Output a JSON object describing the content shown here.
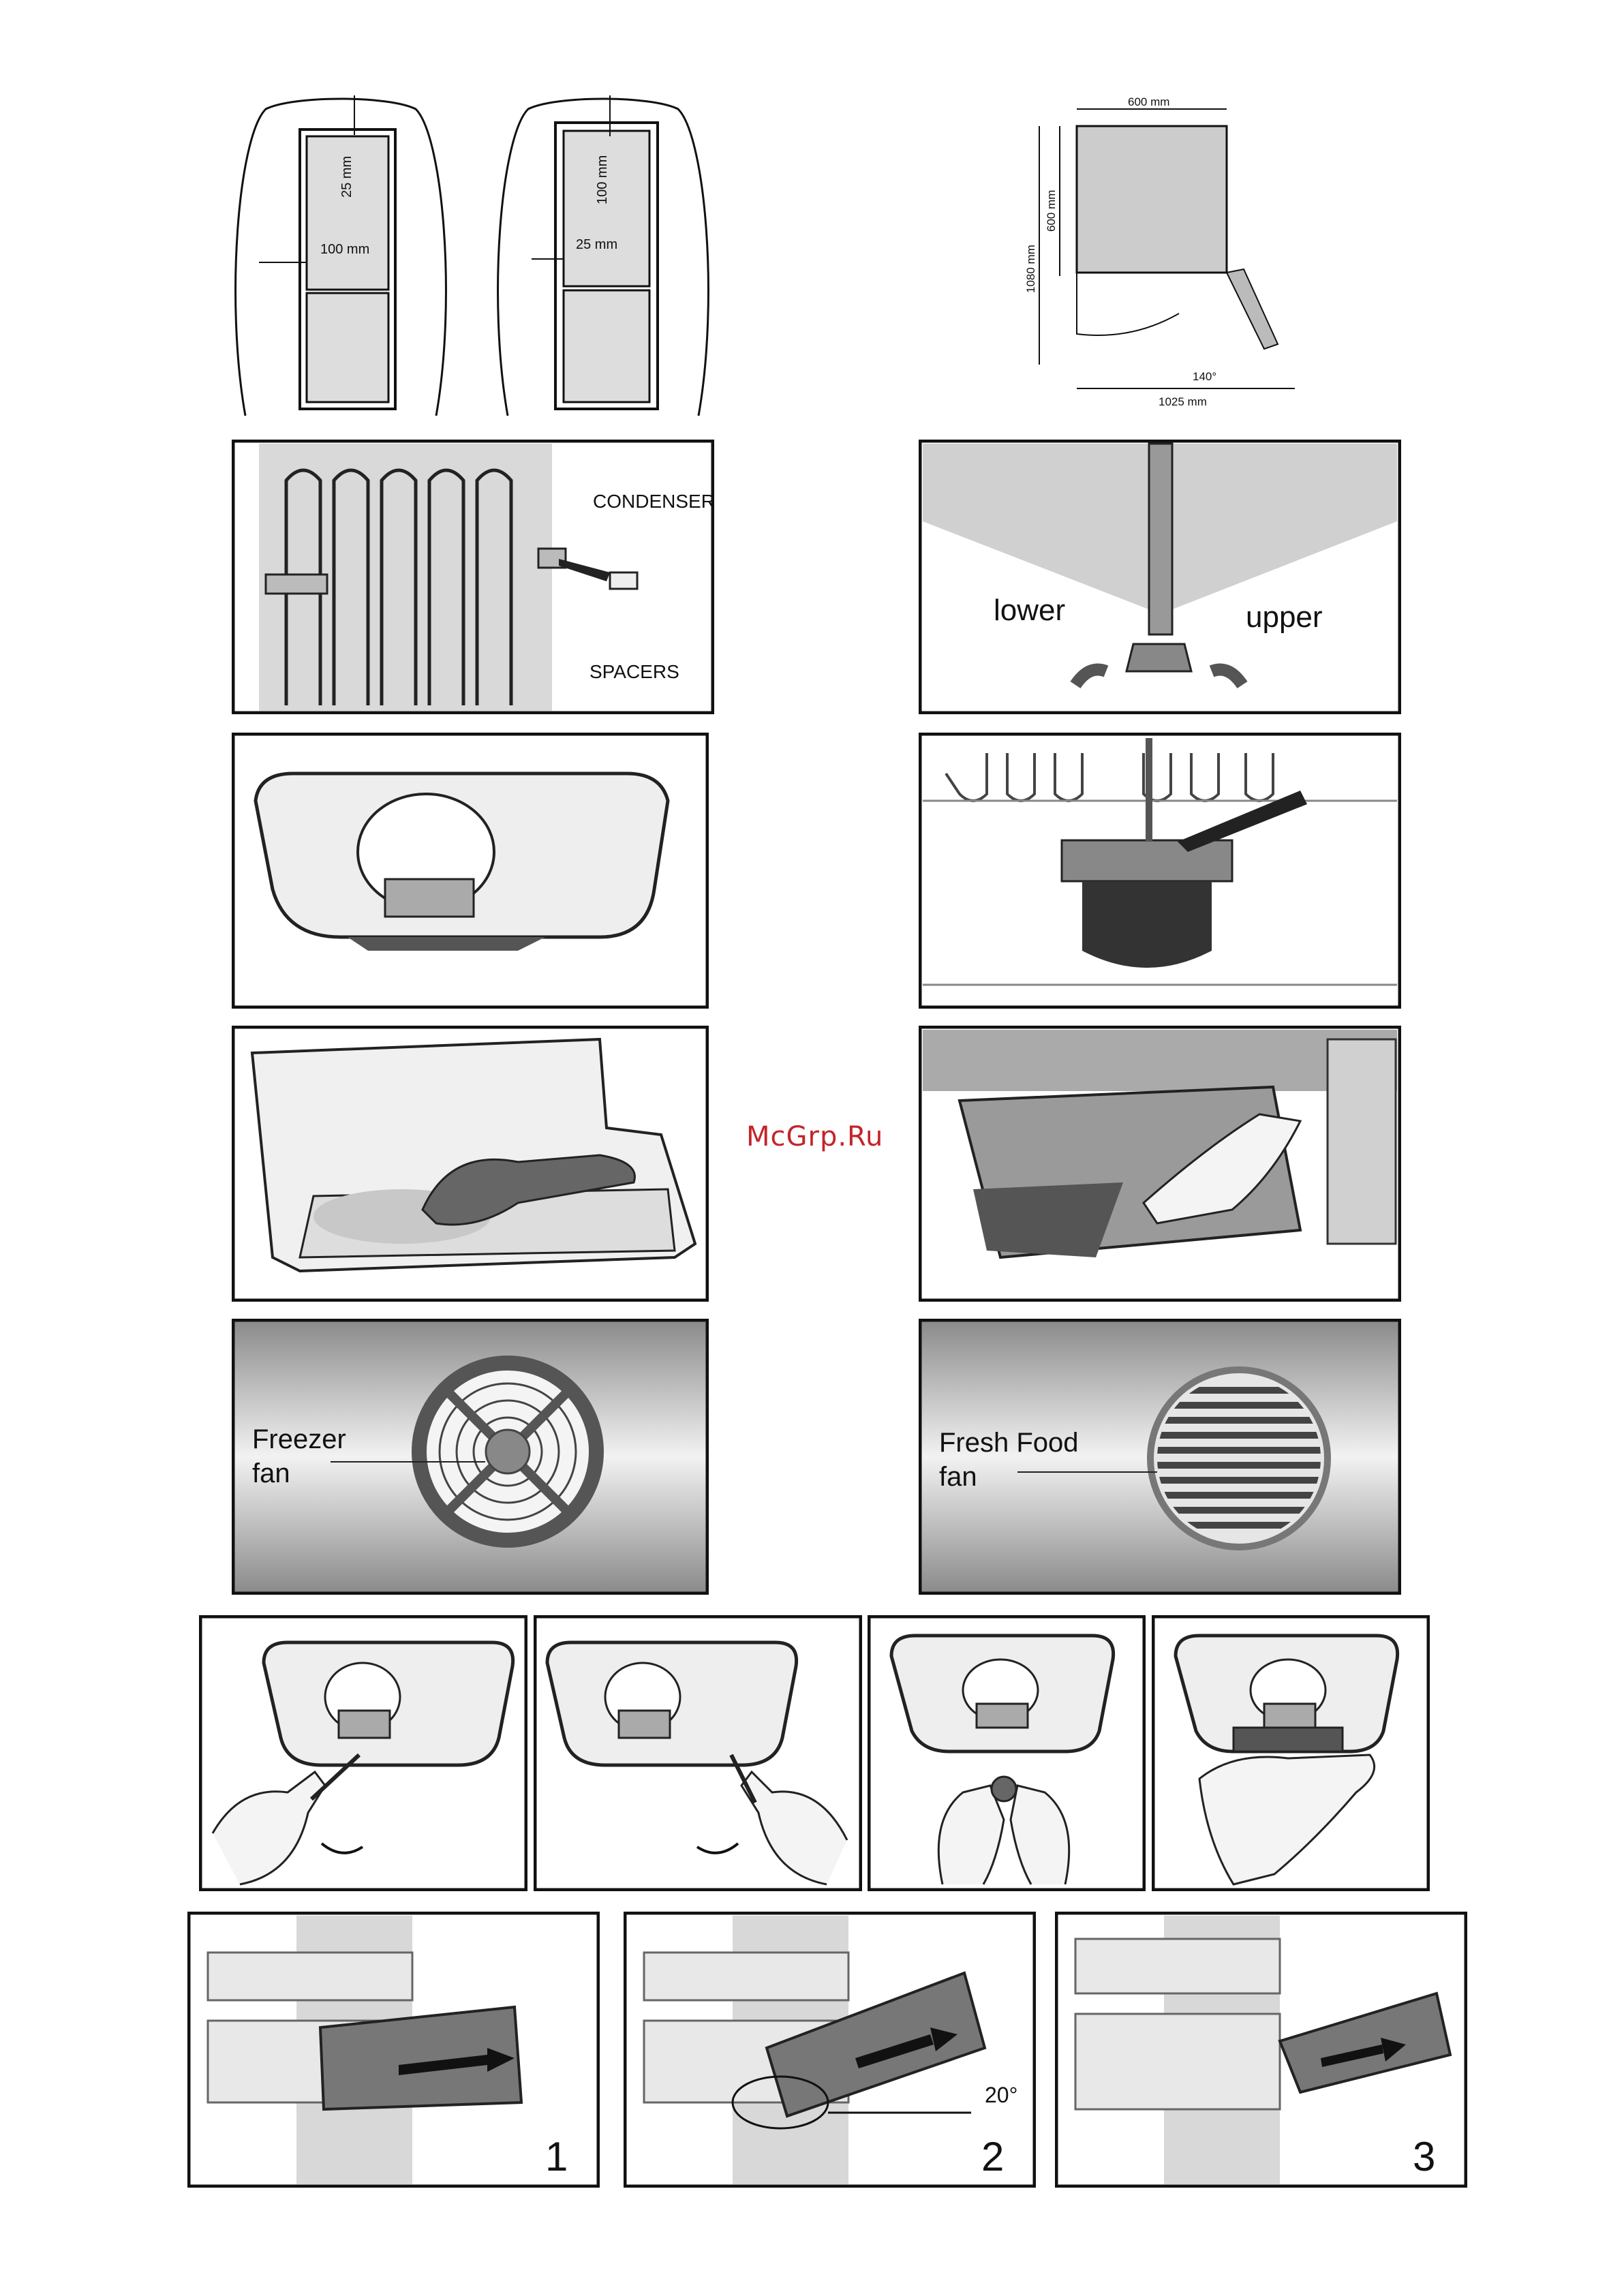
{
  "clearance": {
    "left": {
      "top_gap": "25 mm",
      "side_gap": "100 mm"
    },
    "right": {
      "top_gap": "100 mm",
      "side_gap": "25 mm"
    }
  },
  "dimensions": {
    "width_top": "600 mm",
    "depth": "600 mm",
    "height": "1080 mm",
    "angle": "140°",
    "open_depth": "1025 mm"
  },
  "condenser": {
    "condenser_label": "CONDENSER",
    "spacers_label": "SPACERS"
  },
  "leveling": {
    "lower_label": "lower",
    "upper_label": "upper"
  },
  "fans": {
    "freezer_line1": "Freezer",
    "freezer_line2": "fan",
    "fresh_line1": "Fresh Food",
    "fresh_line2": "fan"
  },
  "drawer_steps": {
    "step1": "1",
    "step2": "2",
    "step3": "3",
    "tilt_angle": "20°"
  },
  "watermark": "McGrp.Ru",
  "colors": {
    "frame": "#111111",
    "panel_fill": "#e8e8e8",
    "dark_fill": "#555555",
    "watermark": "#c4242a"
  }
}
